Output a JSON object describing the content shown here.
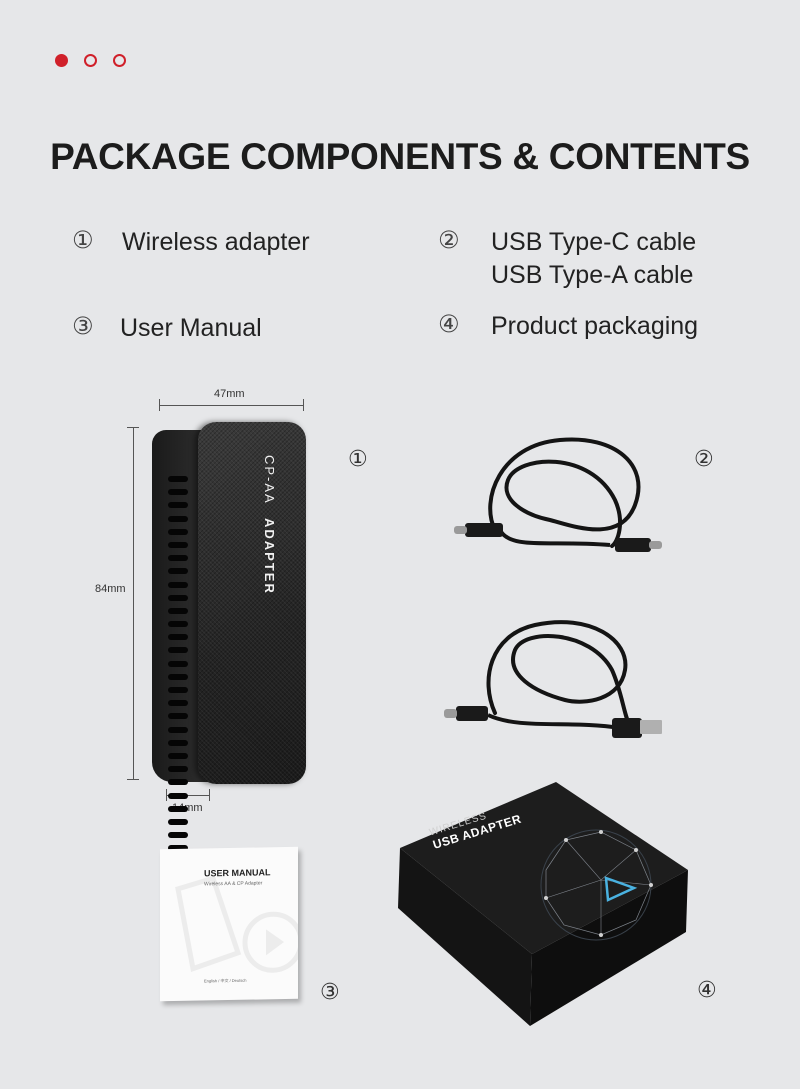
{
  "header": {
    "title": "PACKAGE COMPONENTS & CONTENTS"
  },
  "components": [
    {
      "number": "①",
      "lines": [
        "Wireless adapter"
      ]
    },
    {
      "number": "②",
      "lines": [
        "USB Type-C cable",
        "USB Type-A cable"
      ]
    },
    {
      "number": "③",
      "lines": [
        "User Manual"
      ]
    },
    {
      "number": "④",
      "lines": [
        "Product packaging"
      ]
    }
  ],
  "photo_markers": [
    "①",
    "②",
    "③",
    "④"
  ],
  "dimensions": {
    "width": "47mm",
    "height": "84mm",
    "depth": "14mm"
  },
  "adapter": {
    "brand_line1": "CP-AA",
    "brand_line2": "ADAPTER"
  },
  "manual": {
    "title": "USER MANUAL",
    "subtitle": "Wireless AA & CP Adapter",
    "footer": "English / 中文 / Deutsch"
  },
  "box": {
    "line1": "WIRELESS",
    "line2": "USB ADAPTER"
  },
  "colors": {
    "accent": "#d0202a",
    "background": "#e6e7e9"
  }
}
